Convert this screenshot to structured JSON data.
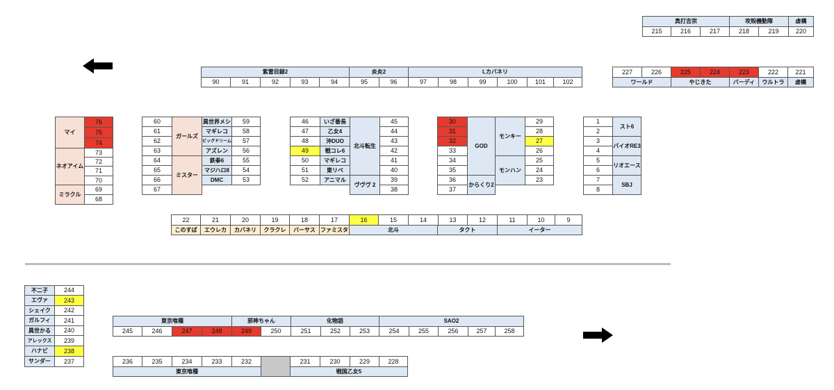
{
  "colors": {
    "label_blue": "#dde8f4",
    "label_peach": "#f7e0d6",
    "label_cream": "#fcecd0",
    "highlight_red": "#e63a2e",
    "highlight_yellow": "#ffff44",
    "empty_gray": "#c8c8c8",
    "divider_gray": "#bdbdbd"
  },
  "arrows": {
    "top_left": "arrow-left-icon",
    "bottom_right": "arrow-right-icon"
  },
  "top_right": {
    "labels": [
      "真打吉宗",
      "攻殻機動隊",
      "虚構"
    ],
    "numbers": [
      "215",
      "216",
      "217",
      "218",
      "219",
      "220"
    ]
  },
  "upper_row": {
    "labels": [
      "紫雷目録2",
      "炎炎2",
      "Lカバネリ"
    ],
    "numbers": [
      "90",
      "91",
      "92",
      "93",
      "94",
      "95",
      "96",
      "97",
      "98",
      "99",
      "100",
      "101",
      "102"
    ]
  },
  "upper_right": {
    "numbers": [
      "227",
      "226",
      "225",
      "224",
      "223",
      "222",
      "221"
    ],
    "labels": [
      "ワールド",
      "やじきた",
      "バーディ",
      "ウルトラ",
      "虚構"
    ]
  },
  "block_mai": {
    "labels": [
      "マイ",
      "ネオアイム",
      "ミラクル"
    ],
    "numbers": [
      "76",
      "75",
      "74",
      "73",
      "72",
      "71",
      "70",
      "69",
      "68"
    ]
  },
  "block_60": {
    "left_numbers": [
      "60",
      "61",
      "62",
      "63",
      "64",
      "65",
      "66",
      "67"
    ],
    "left_labels": [
      "ガールズ",
      "ミスター"
    ],
    "right_labels": [
      "異世界メシ",
      "マギレコ",
      "ビッグドリーム",
      "アズレン",
      "鉄拳6",
      "マジハロ8",
      "DMC"
    ],
    "right_numbers": [
      "59",
      "58",
      "57",
      "56",
      "55",
      "54",
      "53"
    ]
  },
  "block_46": {
    "left_numbers": [
      "46",
      "47",
      "48",
      "49",
      "50",
      "51",
      "52"
    ],
    "mid_labels": [
      "いざ番長",
      "乙女4",
      "沖DUO",
      "戦コレ6",
      "マギレコ",
      "東リベ",
      "アニマル"
    ],
    "right_labels": [
      "北斗転生",
      "ヴヴヴ 2"
    ],
    "right_numbers": [
      "45",
      "44",
      "43",
      "42",
      "41",
      "40",
      "39",
      "38"
    ]
  },
  "block_30": {
    "left_numbers": [
      "30",
      "31",
      "32",
      "33",
      "34",
      "35",
      "36",
      "37"
    ],
    "mid_labels": [
      "GOD",
      "からくり2"
    ],
    "right_labels": [
      "モンキー",
      "モンハン"
    ],
    "right_numbers": [
      "29",
      "28",
      "27",
      "26",
      "25",
      "24",
      "23"
    ]
  },
  "block_1": {
    "numbers": [
      "1",
      "2",
      "3",
      "4",
      "5",
      "6",
      "7",
      "8"
    ],
    "labels": [
      "スト6",
      "バイオRE3",
      "リオエース",
      "SBJ"
    ]
  },
  "middle_row": {
    "numbers": [
      "22",
      "21",
      "20",
      "19",
      "18",
      "17",
      "16",
      "15",
      "14",
      "13",
      "12",
      "11",
      "10",
      "9"
    ],
    "labels": [
      "このすば",
      "エウレカ",
      "カバネリ",
      "クラクレ",
      "バーサス",
      "ファミスタ",
      "北斗",
      "タクト",
      "イーター"
    ]
  },
  "bottom_left": {
    "labels": [
      "不二子",
      "エヴァ",
      "シェイク",
      "ガルフィ",
      "異世かる",
      "アレックス",
      "ハナビ",
      "サンダー"
    ],
    "numbers": [
      "244",
      "243",
      "242",
      "241",
      "240",
      "239",
      "238",
      "237"
    ]
  },
  "bottom_row1": {
    "labels": [
      "東京喰種",
      "邪神ちゃん",
      "化物語",
      "SAO2"
    ],
    "numbers": [
      "245",
      "246",
      "247",
      "248",
      "249",
      "250",
      "251",
      "252",
      "253",
      "254",
      "255",
      "256",
      "257",
      "258"
    ]
  },
  "bottom_row2": {
    "numbers": [
      "236",
      "235",
      "234",
      "233",
      "232",
      "231",
      "230",
      "229",
      "228"
    ],
    "labels": [
      "東京喰種",
      "戦国乙女5"
    ]
  }
}
